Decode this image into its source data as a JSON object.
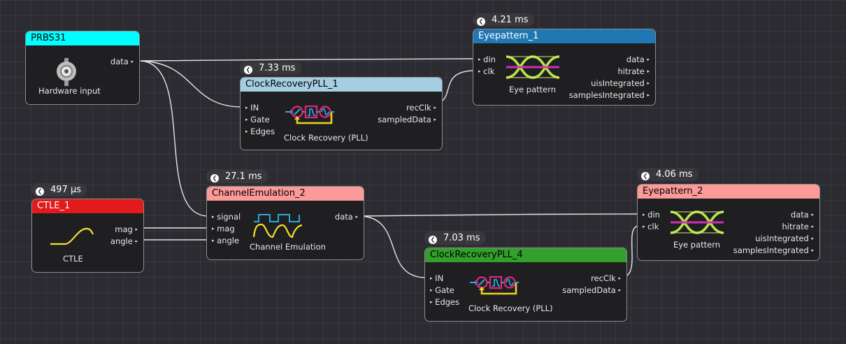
{
  "nodes": {
    "prbs": {
      "title": "PRBS31",
      "caption": "Hardware input",
      "outputs": [
        "data"
      ],
      "color": "#00ffff"
    },
    "eye1": {
      "title": "Eyepattern_1",
      "timing": "4.21 ms",
      "caption": "Eye pattern",
      "inputs": [
        "din",
        "clk"
      ],
      "outputs": [
        "data",
        "hitrate",
        "uisIntegrated",
        "samplesIntegrated"
      ],
      "color": "#1f77b4"
    },
    "cr1": {
      "title": "ClockRecoveryPLL_1",
      "timing": "7.33 ms",
      "caption": "Clock Recovery (PLL)",
      "inputs": [
        "IN",
        "Gate",
        "Edges"
      ],
      "outputs": [
        "recClk",
        "sampledData"
      ],
      "color": "#a6cee3"
    },
    "ctle": {
      "title": "CTLE_1",
      "timing": "497 µs",
      "caption": "CTLE",
      "outputs": [
        "mag",
        "angle"
      ],
      "color": "#e31a1c"
    },
    "ch": {
      "title": "ChannelEmulation_2",
      "timing": "27.1 ms",
      "caption": "Channel Emulation",
      "inputs": [
        "signal",
        "mag",
        "angle"
      ],
      "outputs": [
        "data"
      ],
      "color": "#fb9a99"
    },
    "eye2": {
      "title": "Eyepattern_2",
      "timing": "4.06 ms",
      "caption": "Eye pattern",
      "inputs": [
        "din",
        "clk"
      ],
      "outputs": [
        "data",
        "hitrate",
        "uisIntegrated",
        "samplesIntegrated"
      ],
      "color": "#fb9a99"
    },
    "cr4": {
      "title": "ClockRecoveryPLL_4",
      "timing": "7.03 ms",
      "caption": "Clock Recovery (PLL)",
      "inputs": [
        "IN",
        "Gate",
        "Edges"
      ],
      "outputs": [
        "recClk",
        "sampledData"
      ],
      "color": "#33a02c"
    }
  },
  "icons": {
    "prbs": "connector-icon",
    "eye": "eye-pattern-icon",
    "pll": "pll-icon",
    "ctle": "ctle-curve-icon",
    "channel": "channel-waveform-icon",
    "timing": "clock-icon"
  },
  "colors": {
    "wire": "#e6e6e6",
    "border": "#8c8c8c",
    "node_body": "#1f1f22"
  }
}
